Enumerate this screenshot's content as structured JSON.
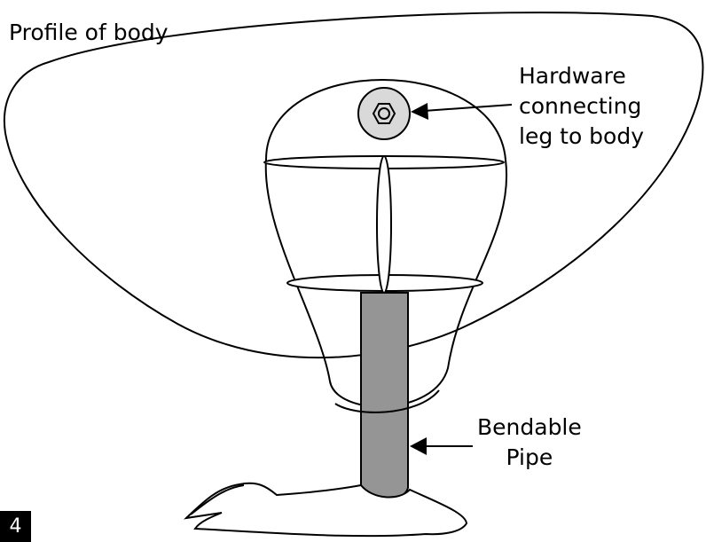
{
  "labels": {
    "profile": "Profile of body",
    "hardware": [
      "Hardware",
      "connecting",
      "leg to body"
    ],
    "pipe": [
      "Bendable",
      "Pipe"
    ]
  },
  "figure_number": "4",
  "colors": {
    "stroke": "#000000",
    "pipe_fill": "#959595",
    "hardware_fill": "#d9d9d9",
    "background": "#ffffff"
  }
}
